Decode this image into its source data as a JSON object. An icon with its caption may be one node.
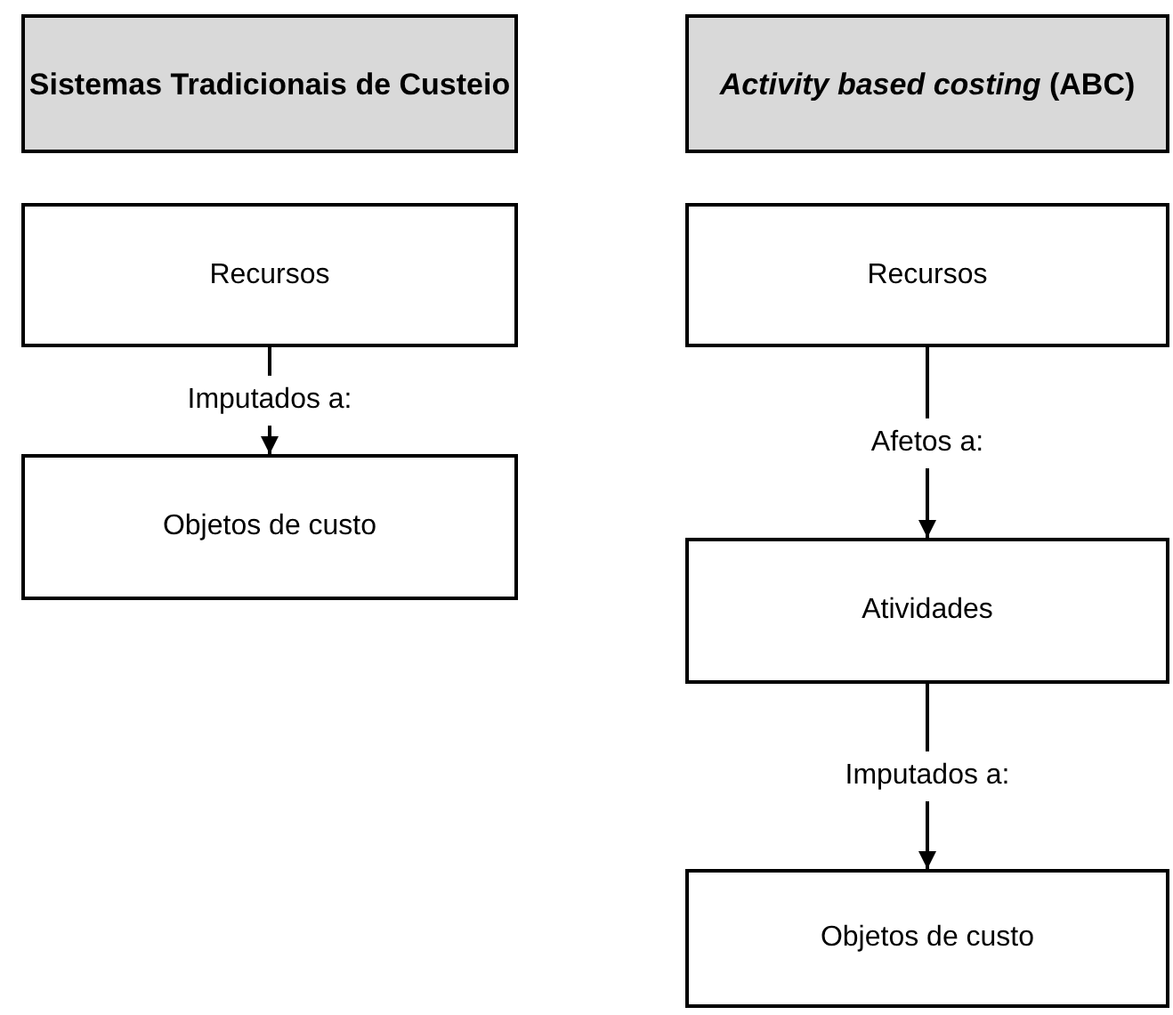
{
  "diagram": {
    "nodes": [
      {
        "text": [
          "Sistemas Tradicionais de Custeio"
        ]
      },
      {
        "text": [
          "*Activity based costing* (ABC)"
        ]
      },
      {
        "text": [
          "Recursos"
        ]
      },
      {
        "text": [
          "Objetos de custo"
        ]
      },
      {
        "text": [
          "Recursos"
        ]
      },
      {
        "text": [
          "Atividades"
        ]
      },
      {
        "text": [
          "Objetos de custo"
        ]
      }
    ],
    "edges": [
      {
        "from": 2,
        "to": 3,
        "arrow": "to",
        "label": "Imputados a:"
      },
      {
        "from": 4,
        "to": 5,
        "arrow": "to",
        "label": "Afetos a:"
      },
      {
        "from": 5,
        "to": 6,
        "arrow": "to",
        "label": "Imputados a:"
      }
    ]
  }
}
